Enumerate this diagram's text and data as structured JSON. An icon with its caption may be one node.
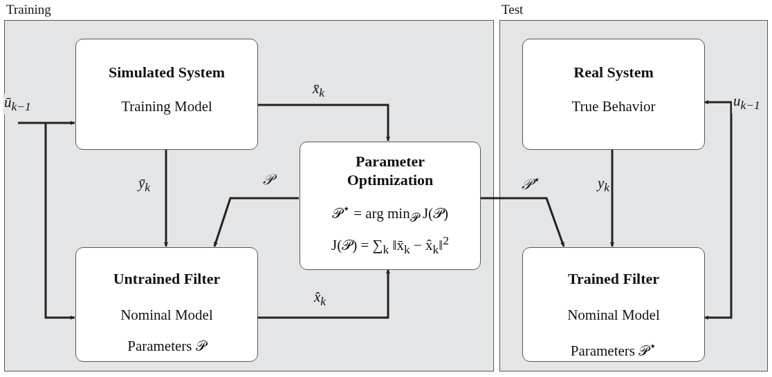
{
  "diagram": {
    "nodes": [
      {
        "text": [
          "Training"
        ]
      },
      {
        "text": [
          "Simulated System",
          "Training Model"
        ],
        "in": 0
      },
      {
        "text": [
          "Parameter Optimization",
          "𝒫$^{⋆}$ = arg min$_{𝒫}$ J(𝒫)",
          "J(𝒫) = ∑$_{k}$ ‖x̄$_{k}$ − x̂$_{k}$‖$^{2}$"
        ],
        "in": 0
      },
      {
        "text": [
          "Untrained Filter",
          "Nominal Model",
          "Parameters 𝒫"
        ],
        "in": 0
      },
      {
        "text": [
          "Test"
        ]
      },
      {
        "text": [
          "Real System",
          "True Behavior"
        ],
        "in": 4
      },
      {
        "text": [
          "Trained Filter",
          "Nominal Model",
          "Parameters 𝒫$^{⋆}$"
        ],
        "in": 4
      }
    ],
    "edges": [
      {
        "from": null,
        "to": 1,
        "arrow": "to",
        "label": "ū$_{k−1}$"
      },
      {
        "from": null,
        "to": 3,
        "arrow": "to"
      },
      {
        "from": 1,
        "to": 2,
        "arrow": "to",
        "label": "x̄$_{k}$"
      },
      {
        "from": 1,
        "to": 3,
        "arrow": "to",
        "label": "ȳ$_{k}$"
      },
      {
        "from": 2,
        "to": 3,
        "arrow": "to",
        "label": "𝒫"
      },
      {
        "from": 3,
        "to": 2,
        "arrow": "to",
        "label": "x̂$_{k}$"
      },
      {
        "from": 2,
        "to": 6,
        "arrow": "to",
        "label": "𝒫$^{⋆}$"
      },
      {
        "from": 5,
        "to": 6,
        "arrow": "to",
        "label": "y$_{k}$"
      },
      {
        "from": null,
        "to": 5,
        "arrow": "to",
        "label": "u$_{k−1}$"
      },
      {
        "from": null,
        "to": 6,
        "arrow": "to"
      }
    ]
  }
}
